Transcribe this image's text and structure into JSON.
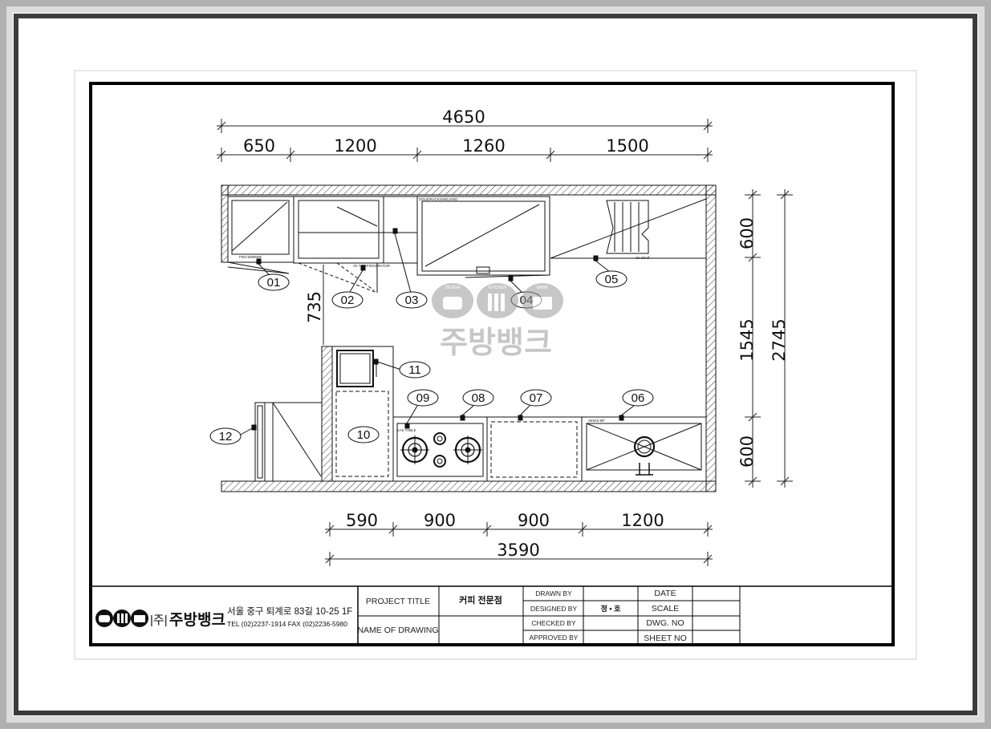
{
  "dimensions": {
    "top_total": "4650",
    "top_segments": [
      "650",
      "1200",
      "1260",
      "1500"
    ],
    "right_segments": [
      "600",
      "1545",
      "600"
    ],
    "right_total": "2745",
    "left_gap": "735",
    "bottom_segments": [
      "590",
      "900",
      "900",
      "1200"
    ],
    "bottom_total": "3590"
  },
  "equipment_tags": [
    "01",
    "02",
    "03",
    "04",
    "05",
    "06",
    "07",
    "08",
    "09",
    "10",
    "11",
    "12"
  ],
  "equipment_small_labels": {
    "e01": "FRS-505RWE",
    "e02": "JS-T REFRIGERATOR",
    "e04": "SOLIDRACKSHELVING",
    "e05": "JS-Shelf",
    "e06": "SINKS-BF",
    "e09": "GAS TABLE"
  },
  "watermark": {
    "brand": "주방뱅크",
    "icon_labels": [
      "DESIGN",
      "KITCHEN",
      "BANK"
    ]
  },
  "title_block": {
    "company_prefix": "|주|",
    "company_name": "주방뱅크",
    "address": "서울 중구 퇴계로 83길 10-25 1F",
    "phone": "TEL (02)2237-1914 FAX (02)2236-5980",
    "project_title_label": "PROJECT TITLE",
    "project_title_value": "커피 전문점",
    "name_of_drawing_label": "NAME OF DRAWING",
    "drawn_by_label": "DRAWN BY",
    "designed_by_label": "DESIGNED BY",
    "designed_by_value": "정 • 호",
    "checked_by_label": "CHECKED BY",
    "approved_by_label": "APPROVED BY",
    "date_label": "DATE",
    "scale_label": "SCALE",
    "dwg_no_label": "DWG. NO",
    "sheet_no_label": "SHEET NO"
  },
  "colors": {
    "frame_outer": "#b5b5b5",
    "frame_inner": "#3a3a3a",
    "line": "#111111",
    "watermark": "#bdbdbd"
  }
}
